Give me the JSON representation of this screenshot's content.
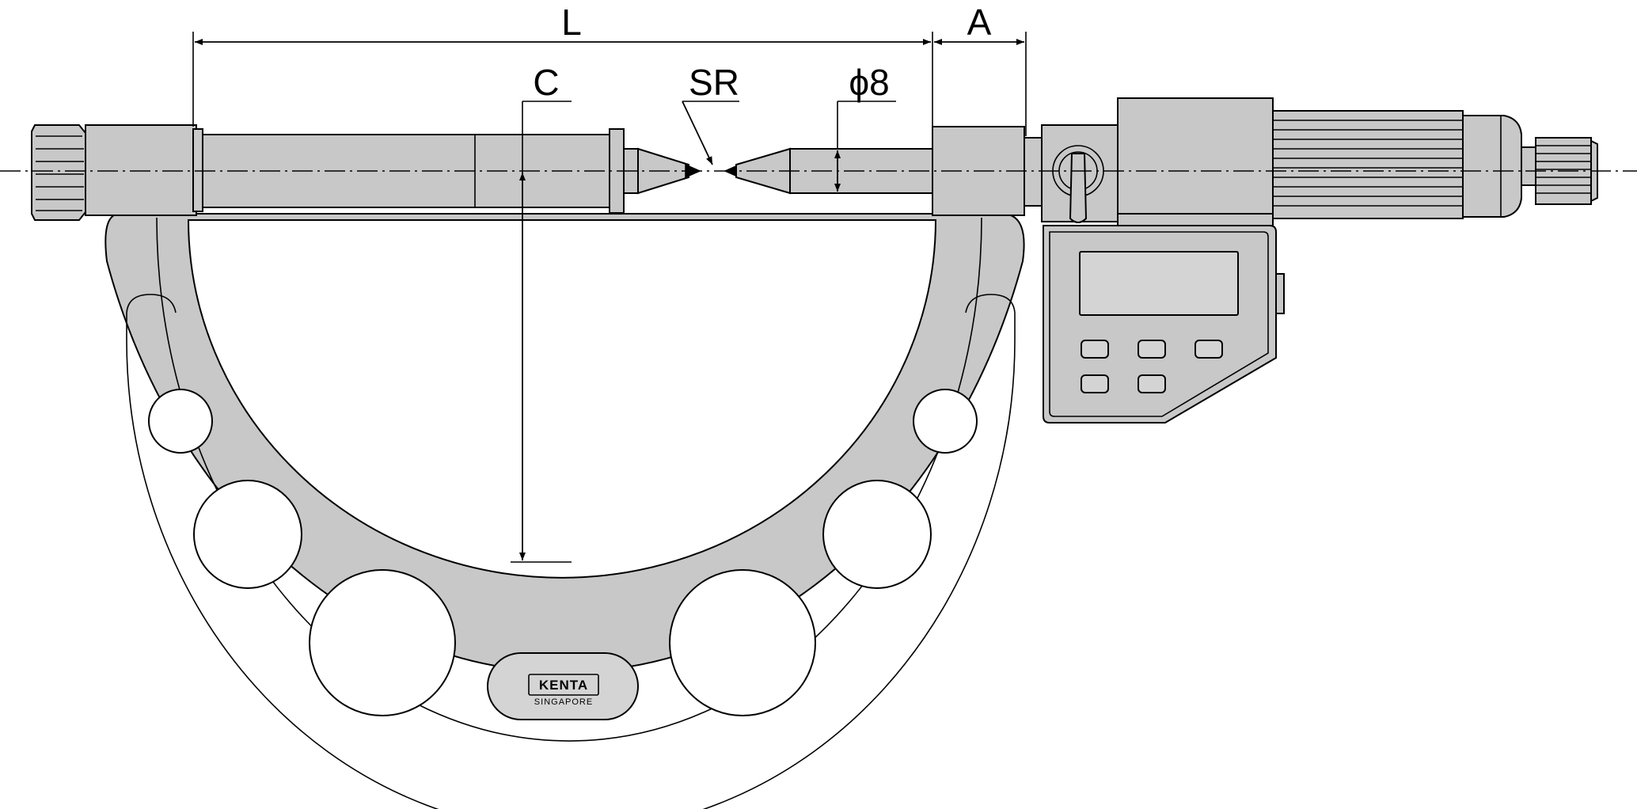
{
  "dimensions": {
    "L": "L",
    "A": "A",
    "C": "C",
    "SR": "SR",
    "diameter": "ϕ8"
  },
  "brand": {
    "name": "KENTA",
    "origin": "SINGAPORE"
  },
  "colors": {
    "body": "#c8c8c8",
    "background": "#ffffff",
    "line": "#000000"
  }
}
